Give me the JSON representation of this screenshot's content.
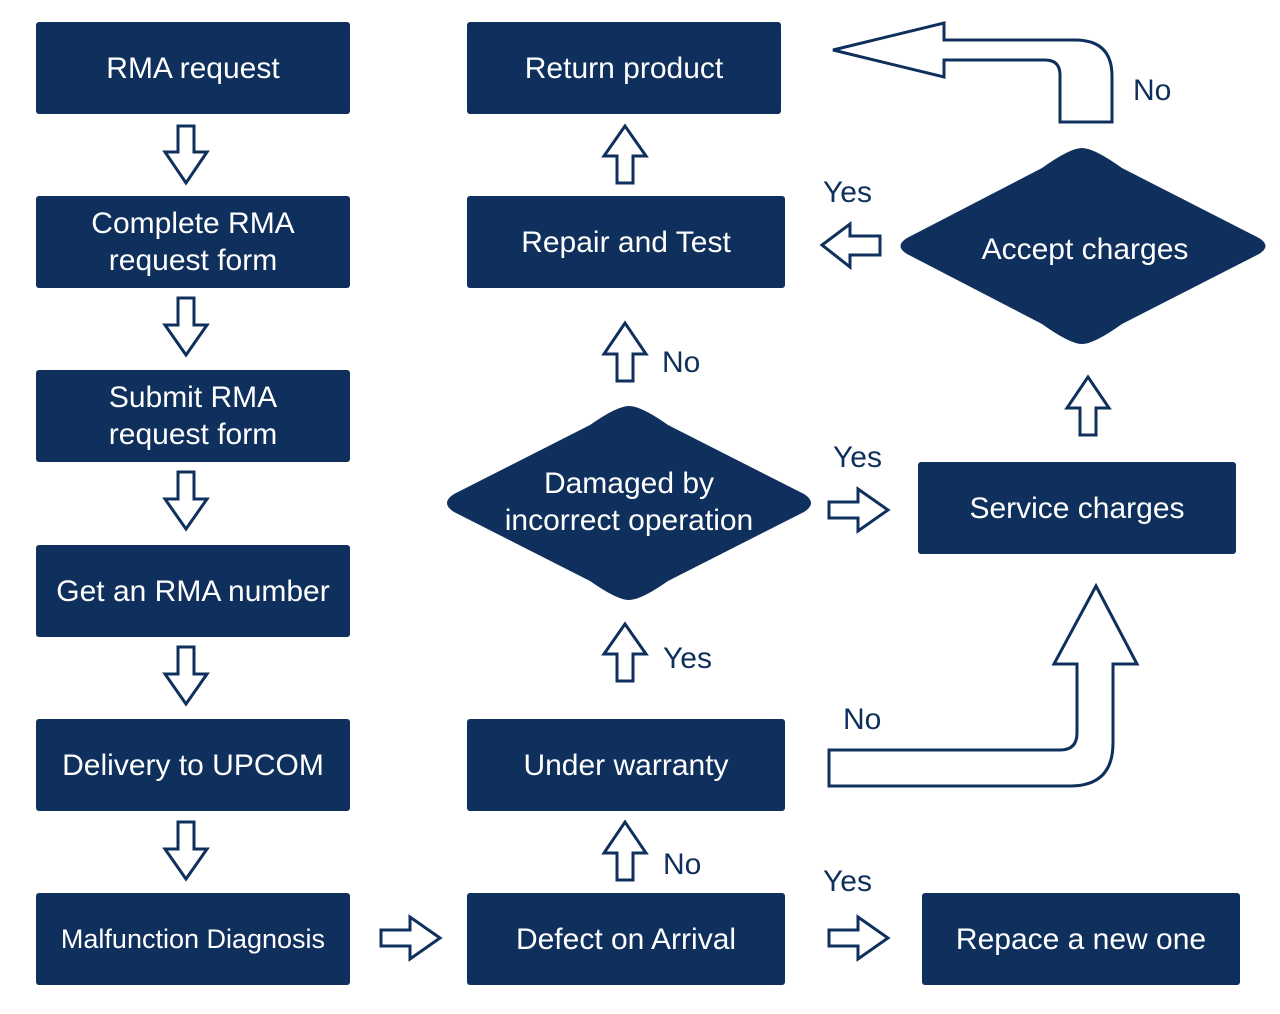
{
  "colors": {
    "box_fill": "#0f2f5c",
    "text_on_box": "#ffffff",
    "arrow_stroke": "#0f2f5c",
    "background": "#ffffff"
  },
  "steps": {
    "rma_request": "RMA request",
    "complete_form": "Complete RMA\nrequest form",
    "submit_form": "Submit RMA\nrequest form",
    "get_number": "Get an RMA number",
    "delivery": "Delivery to UPCOM",
    "diagnosis": "Malfunction Diagnosis",
    "defect_on_arrival": "Defect on Arrival",
    "under_warranty": "Under warranty",
    "repair_test": "Repair and Test",
    "return_product": "Return product",
    "service_charges": "Service charges",
    "replace_new": "Repace a new one"
  },
  "decisions": {
    "damaged": "Damaged by\nincorrect operation",
    "accept_charges": "Accept charges"
  },
  "labels": {
    "no_return": "No",
    "yes_accept": "Yes",
    "no_damaged": "No",
    "yes_damaged": "Yes",
    "yes_warranty": "Yes",
    "no_warranty": "No",
    "no_doa": "No",
    "yes_doa": "Yes"
  }
}
